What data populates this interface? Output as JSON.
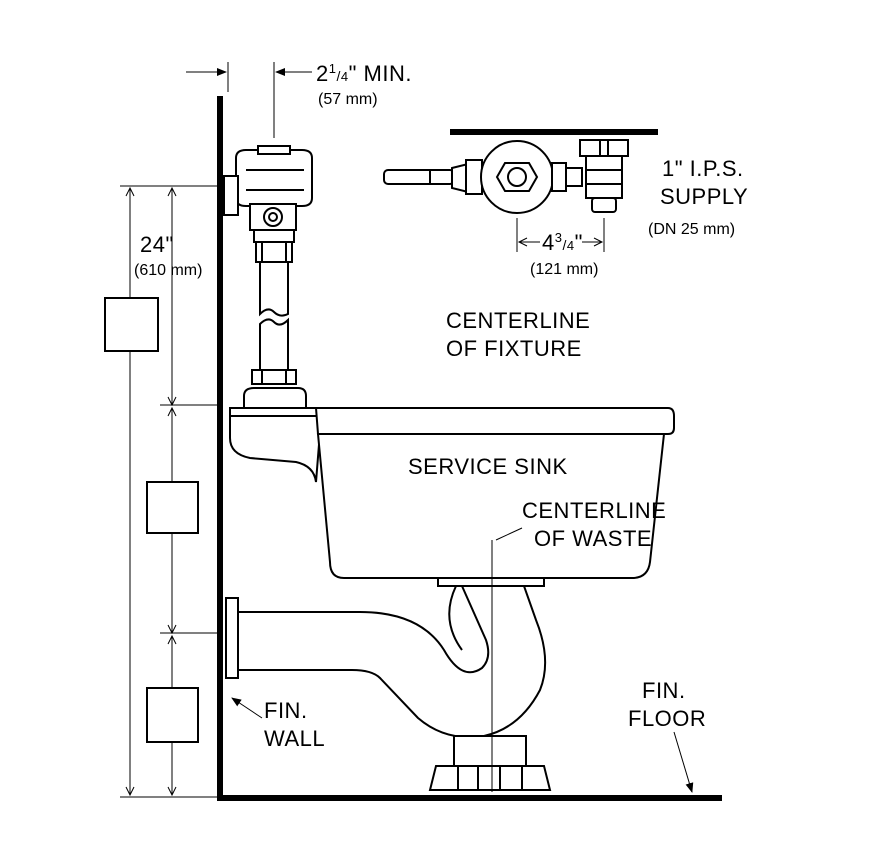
{
  "labels": {
    "min_offset_main": "2",
    "min_offset_sup": "1",
    "min_offset_sub": "4",
    "min_offset_tail": "\" MIN.",
    "min_offset_mm": "(57 mm)",
    "height": "24\"",
    "height_mm": "(610 mm)",
    "supply_line1": "1\" I.P.S.",
    "supply_line2": "SUPPLY",
    "supply_mm": "(DN 25 mm)",
    "spacing_main": "4",
    "spacing_sup": "3",
    "spacing_sub": "4",
    "spacing_tail": "\"",
    "spacing_mm": "(121 mm)",
    "centerline_fixture_1": "CENTERLINE",
    "centerline_fixture_2": "OF FIXTURE",
    "service_sink": "SERVICE SINK",
    "centerline_waste_1": "CENTERLINE",
    "centerline_waste_2": "OF WASTE",
    "fin_wall_1": "FIN.",
    "fin_wall_2": "WALL",
    "fin_floor_1": "FIN.",
    "fin_floor_2": "FLOOR"
  }
}
